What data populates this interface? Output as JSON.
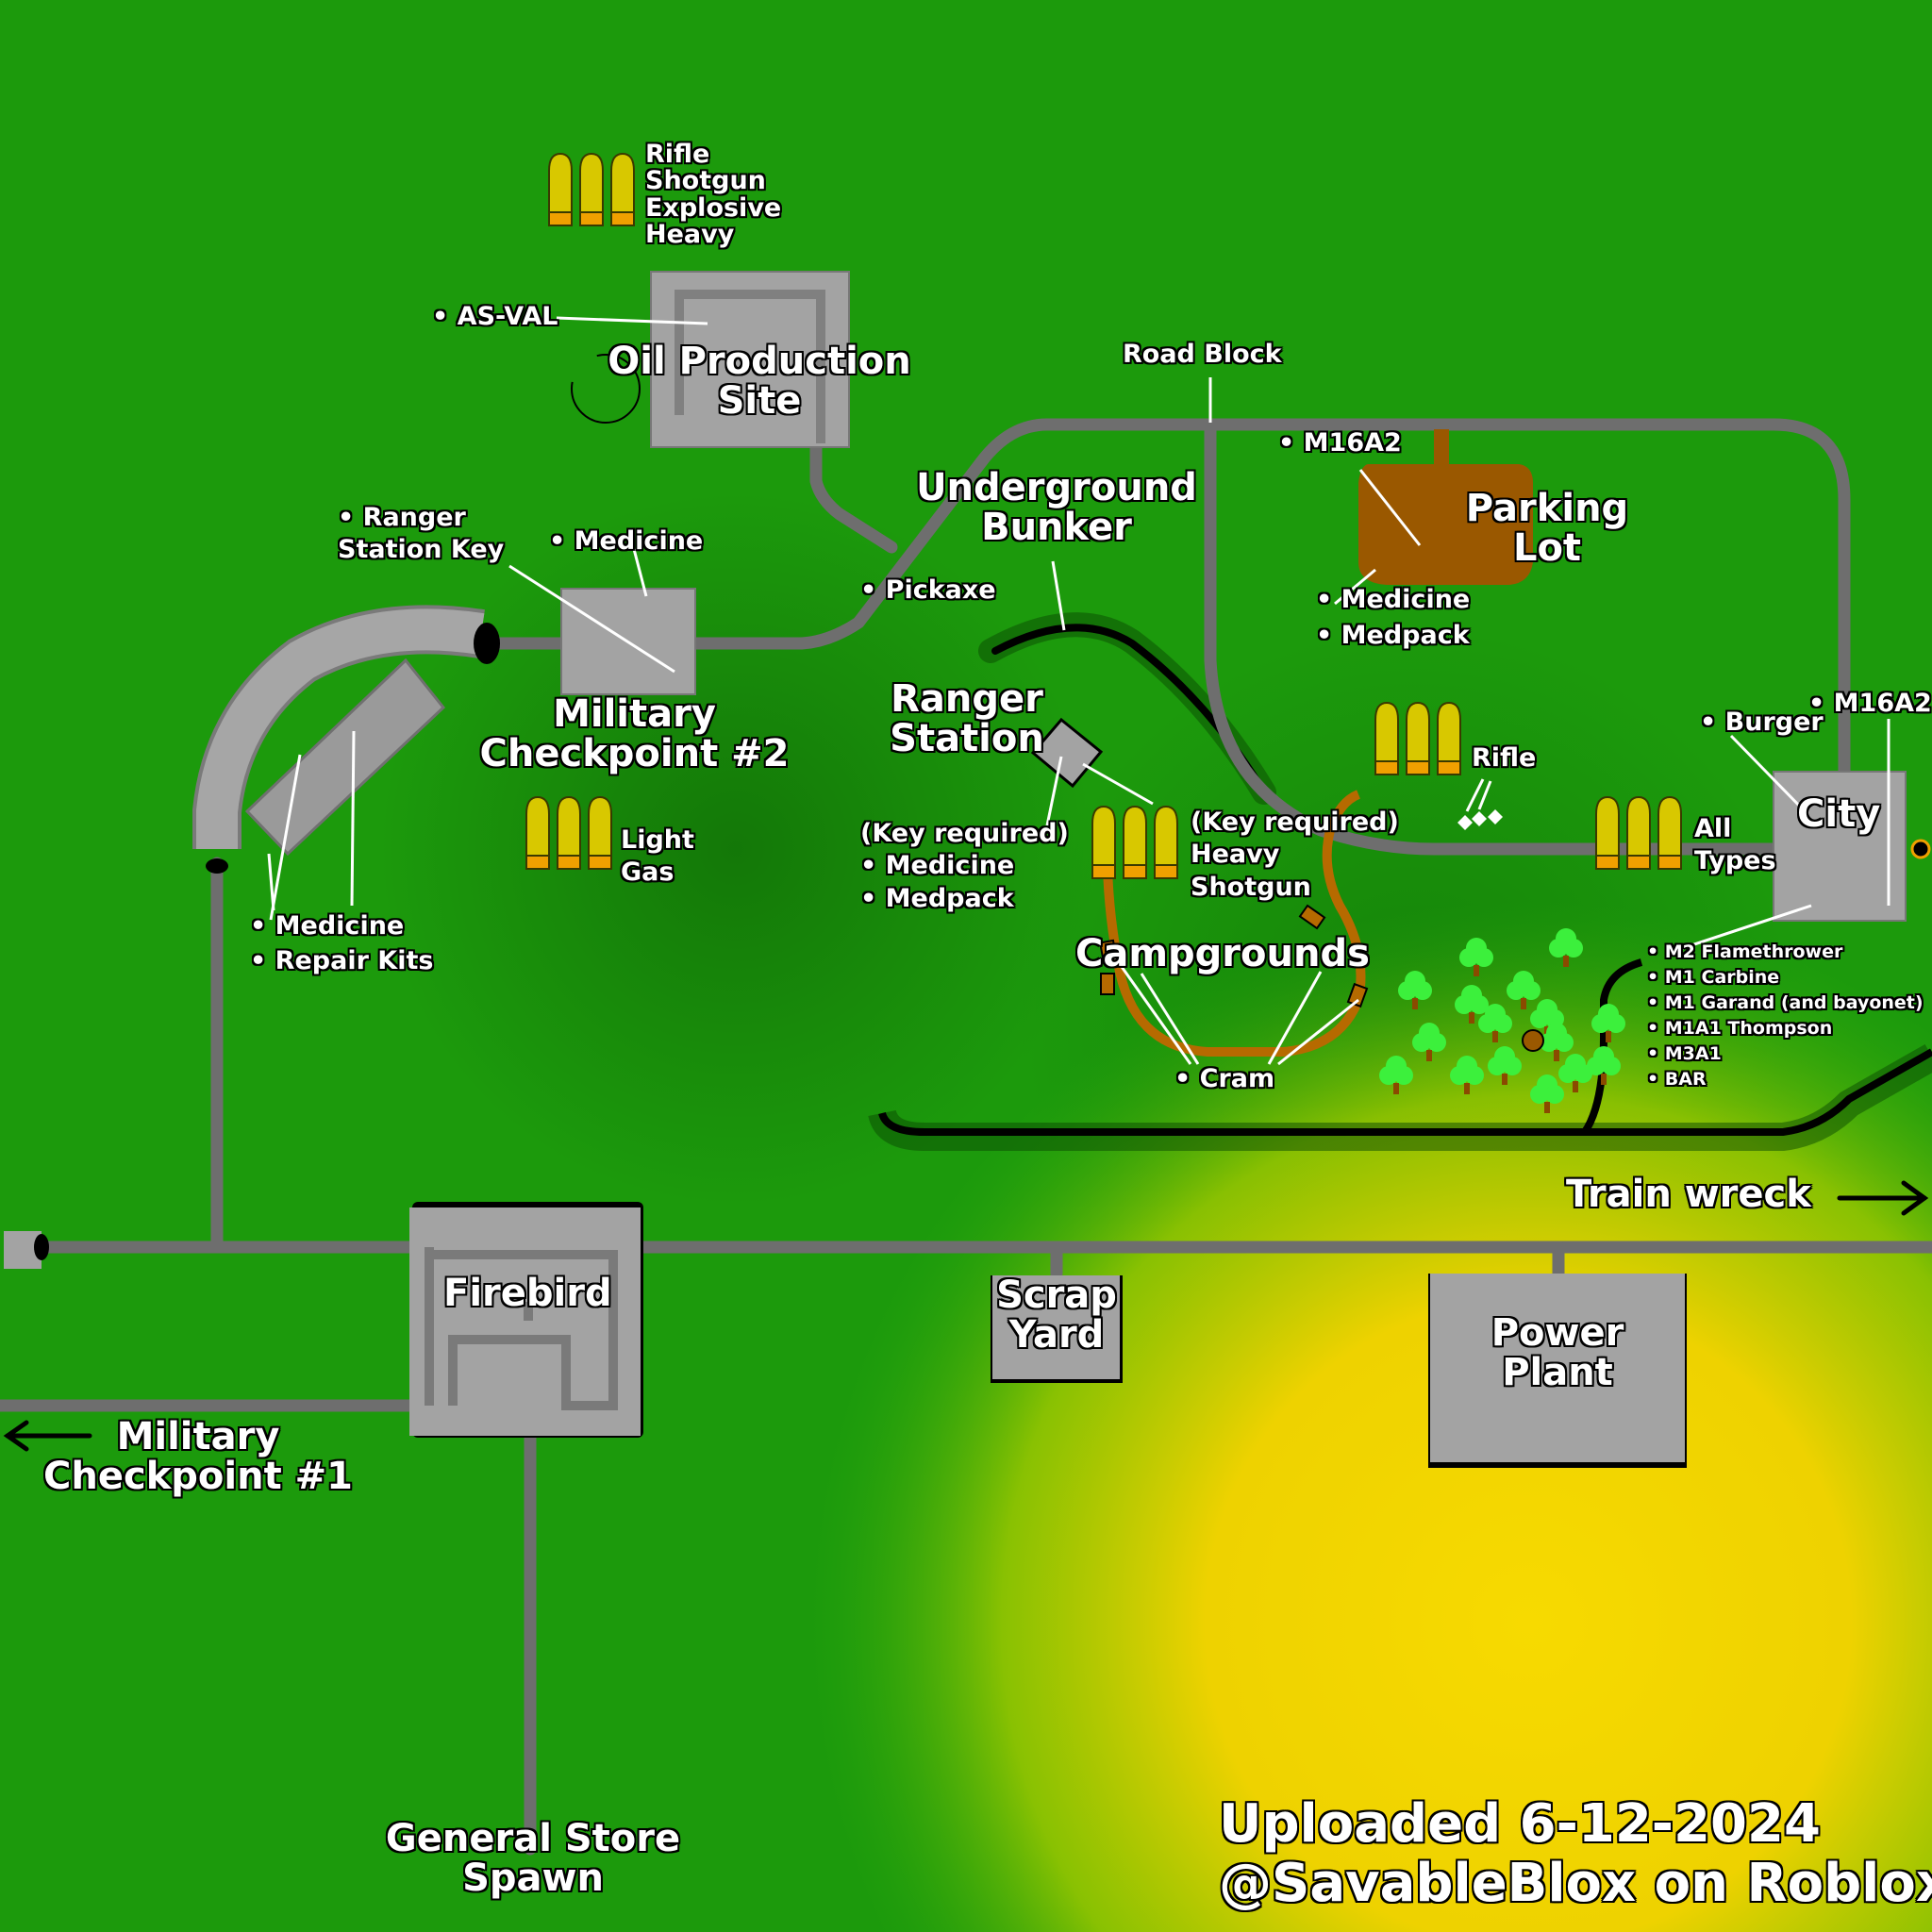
{
  "title": "",
  "locations": {
    "oil_production_site": "Oil Production Site",
    "underground_bunker": "Underground Bunker",
    "parking_lot": "Parking Lot",
    "military_checkpoint_2": "Military Checkpoint #2",
    "ranger_station": "Ranger Station",
    "campgrounds": "Campgrounds",
    "city": "City",
    "firebird": "Firebird",
    "scrap_yard": "Scrap Yard",
    "power_plant": "Power Plant",
    "military_checkpoint_1": "Military Checkpoint #1",
    "general_store_spawn": "General Store Spawn",
    "train_wreck": "Train wreck",
    "road_block": "Road Block"
  },
  "ammo": {
    "oil_site": [
      "Rifle",
      "Shotgun",
      "Explosive",
      "Heavy"
    ],
    "checkpoint2": [
      "Light",
      "Gas"
    ],
    "campgrounds": [
      "(Key required)",
      "Heavy",
      "Shotgun"
    ],
    "bunker_area": [
      "Rifle"
    ],
    "city": [
      "All",
      "Types"
    ]
  },
  "loot": {
    "as_val": "AS-VAL",
    "ranger_key": [
      "Ranger",
      "Station Key"
    ],
    "cp2_medicine": "Medicine",
    "pickaxe": "Pickaxe",
    "parking_m16": "M16A2",
    "parking_items": [
      "Medicine",
      "Medpack"
    ],
    "ranger_items": [
      "(Key required)",
      "Medicine",
      "Medpack"
    ],
    "tunnel_items": [
      "Medicine",
      "Repair Kits"
    ],
    "cram": "Cram",
    "city_burger": "Burger",
    "city_m16": "M16A2",
    "city_weapons": [
      "M2 Flamethrower",
      "M1 Carbine",
      "M1 Garand (and bayonet)",
      "M1A1 Thompson",
      "M3A1",
      "BAR"
    ]
  },
  "watermark": {
    "line1": "Uploaded 6-12-2024",
    "line2": "@SavableBlox on Roblox"
  },
  "colors": {
    "grass": "#1c9a0c",
    "desert": "#f4d400",
    "road": "#6e6e6e",
    "building": "#a3a3a3",
    "dirt": "#9a5800",
    "bullet": "#d8c800",
    "bullet_base": "#f0a000",
    "tree": "#3cf03c"
  }
}
